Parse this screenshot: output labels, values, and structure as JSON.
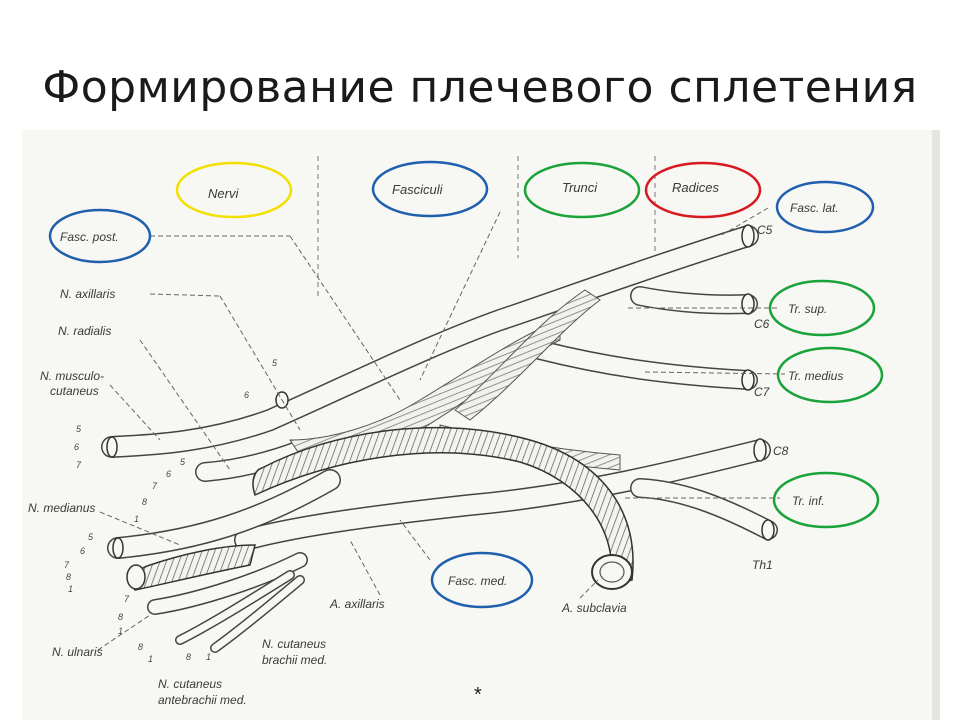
{
  "slide": {
    "title": "Формирование плечевого сплетения",
    "footnote": "*"
  },
  "colors": {
    "nervi": "#f2e100",
    "fasciculi": "#1f5fae",
    "trunci": "#1aa33a",
    "radices": "#d71920"
  },
  "columns": {
    "nervi": "Nervi",
    "fasciculi": "Fasciculi",
    "trunci": "Trunci",
    "radices": "Radices"
  },
  "structures": {
    "fasc_lat": "Fasc. lat.",
    "fasc_post": "Fasc. post.",
    "fasc_med": "Fasc. med.",
    "tr_sup": "Tr. sup.",
    "tr_medius": "Tr. medius",
    "tr_inf": "Tr. inf.",
    "n_axillaris": "N. axillaris",
    "n_radialis": "N. radialis",
    "n_musculo_1": "N. musculo-",
    "n_musculo_2": "cutaneus",
    "n_medianus": "N. medianus",
    "n_ulnaris": "N. ulnaris",
    "n_cut_brachii_1": "N. cutaneus",
    "n_cut_brachii_2": "brachii med.",
    "n_cut_antebrachii_1": "N. cutaneus",
    "n_cut_antebrachii_2": "antebrachii med.",
    "a_axillaris": "A. axillaris",
    "a_subclavia": "A. subclavia"
  },
  "roots": {
    "c5": "C5",
    "c6": "C6",
    "c7": "C7",
    "c8": "C8",
    "th1": "Th1"
  },
  "segments": {
    "n5": "5",
    "n6": "6",
    "n7": "7",
    "n8": "8",
    "n1": "1"
  }
}
